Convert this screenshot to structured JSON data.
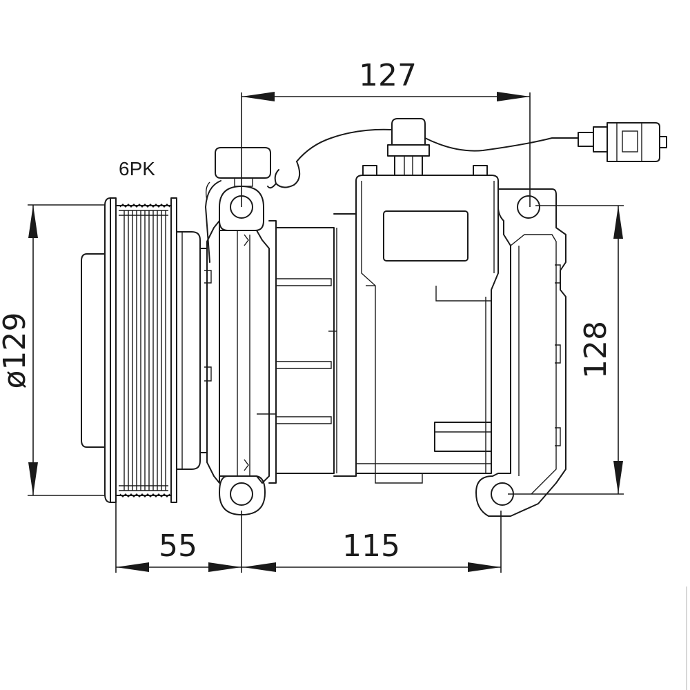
{
  "annotations": {
    "belt_type": "6PK"
  },
  "dimensions": {
    "top_width": "127",
    "right_height": "128",
    "left_diameter": "ø129",
    "bottom_left": "55",
    "bottom_right": "115"
  },
  "colors": {
    "line": "#1a1a1a",
    "background": "#ffffff"
  }
}
